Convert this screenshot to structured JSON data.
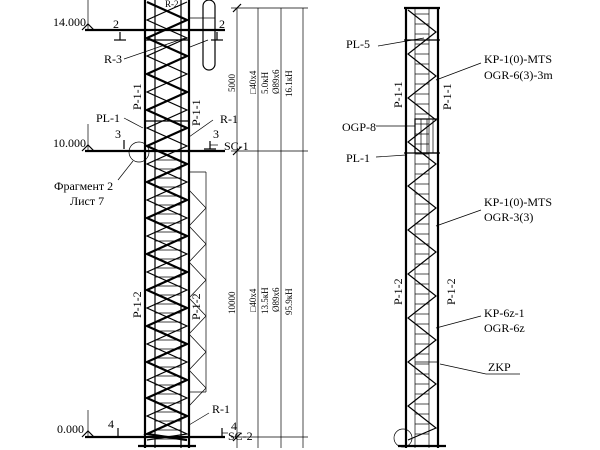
{
  "left": {
    "levels": {
      "top": "14.000",
      "mid": "10.000",
      "base": "0.000"
    },
    "section_marks": {
      "s2_left": "2",
      "s2_right": "2",
      "s3_left": "3",
      "s3_right": "3",
      "s4_left": "4",
      "s4_right": "4"
    },
    "labels": {
      "r3": "R-3",
      "pl1": "PL-1",
      "r1_upper": "R-1",
      "sc1": "SC-1",
      "fragment_line1": "Фрагмент 2",
      "fragment_line2": "Лист 7",
      "r1_lower": "R-1",
      "sc2": "SC-2",
      "p11_a": "P-1-1",
      "p11_b": "P-1-1",
      "p12_a": "P-1-2",
      "p12_b": "P-1-2",
      "top_mark": "R-2"
    },
    "dims": {
      "upper_len": "5000",
      "upper_sec": "□40x4",
      "upper_force": "5.0кН",
      "upper_pipe": "Ø89x6",
      "upper_pipe_force": "16.1кН",
      "lower_len": "10000",
      "lower_sec": "□40x4",
      "lower_force": "13.5кН",
      "lower_pipe": "Ø89x6",
      "lower_pipe_force": "95.9кН"
    }
  },
  "right": {
    "labels": {
      "pl5": "PL-5",
      "ogp8": "OGP-8",
      "pl1": "PL-1",
      "kp1_a": "KP-1(0)-MTS",
      "ogr6_3": "OGR-6(3)-3m",
      "kp1_b": "KP-1(0)-MTS",
      "ogr3_3": "OGR-3(3)",
      "kp6z": "KP-6z-1",
      "ogr6z": "OGR-6z",
      "zkp": "ZKP",
      "p11_a": "P-1-1",
      "p11_b": "P-1-1",
      "p12_a": "P-1-2",
      "p12_b": "P-1-2"
    }
  }
}
